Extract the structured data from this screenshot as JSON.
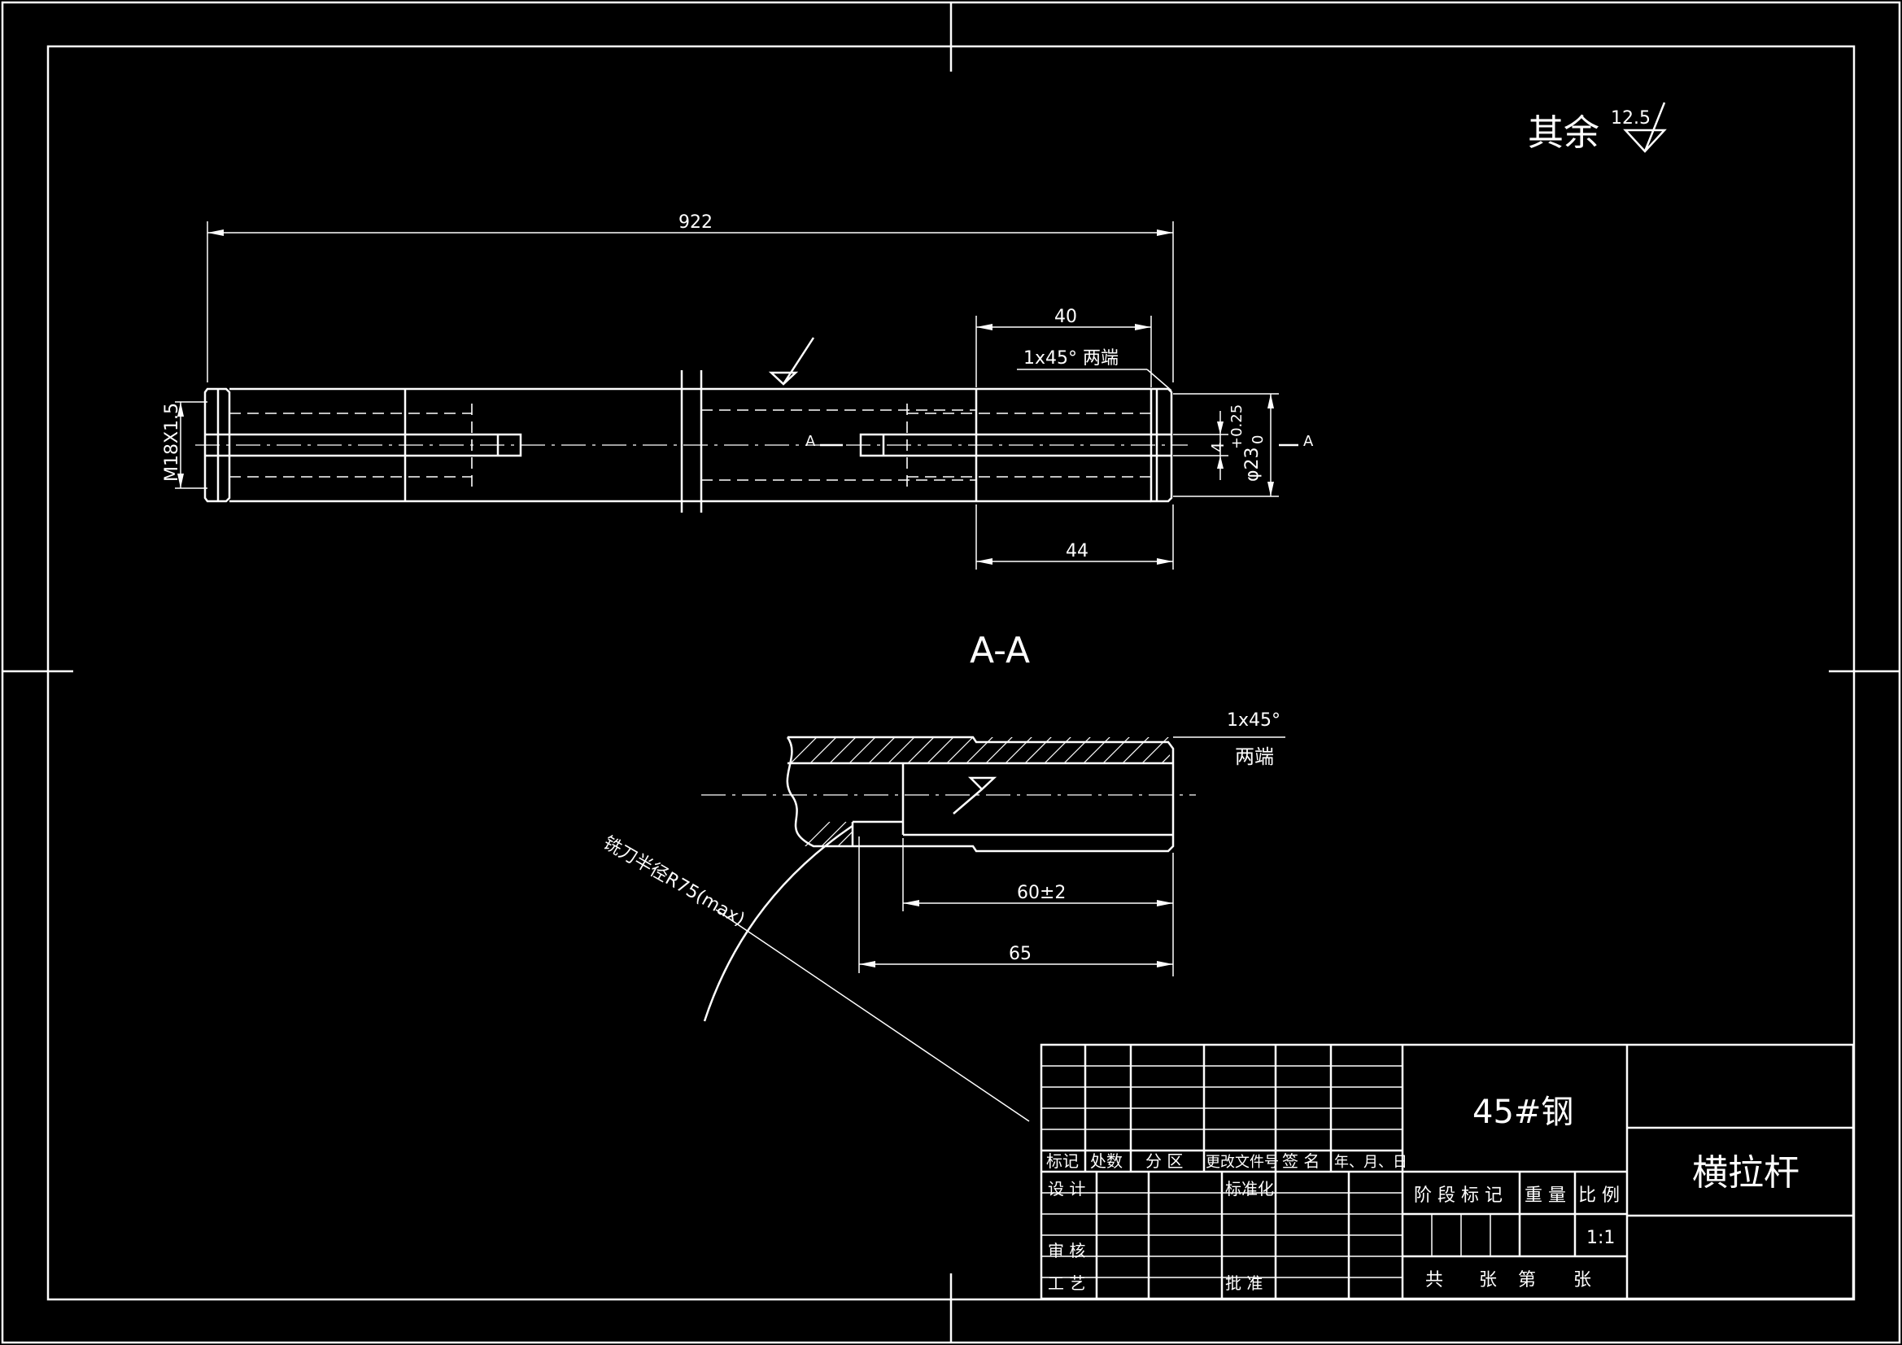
{
  "surface_note": {
    "label": "其余",
    "value": "12.5"
  },
  "dims": {
    "total_length": "922",
    "end_length": "40",
    "chamfer": "1x45° 两端",
    "bore_length": "44",
    "thread": "M18X1.5",
    "slot_width": "4",
    "diameter": "φ23",
    "tol_upper": "+0.25",
    "tol_lower": "0",
    "section_mark": "A"
  },
  "section": {
    "title": "A-A",
    "chamfer": "1x45°",
    "chamfer_note": "两端",
    "slot_depth": "60±2",
    "overall": "65",
    "cutter_note": "铣刀半径R75(max)"
  },
  "title_block": {
    "material": "45#钢",
    "part_name": "横拉杆",
    "rev_headers": [
      "标记",
      "处数",
      "分 区",
      "更改文件号",
      "签 名",
      "年、月、日"
    ],
    "rows": {
      "design": "设 计",
      "std": "标准化",
      "check": "审 核",
      "process": "工 艺",
      "approve": "批 准"
    },
    "stage": "阶 段 标 记",
    "weight": "重 量",
    "scale_label": "比 例",
    "scale": "1:1",
    "sheets": {
      "total": "共",
      "sheet": "张",
      "nth": "第",
      "sheet2": "张"
    }
  }
}
